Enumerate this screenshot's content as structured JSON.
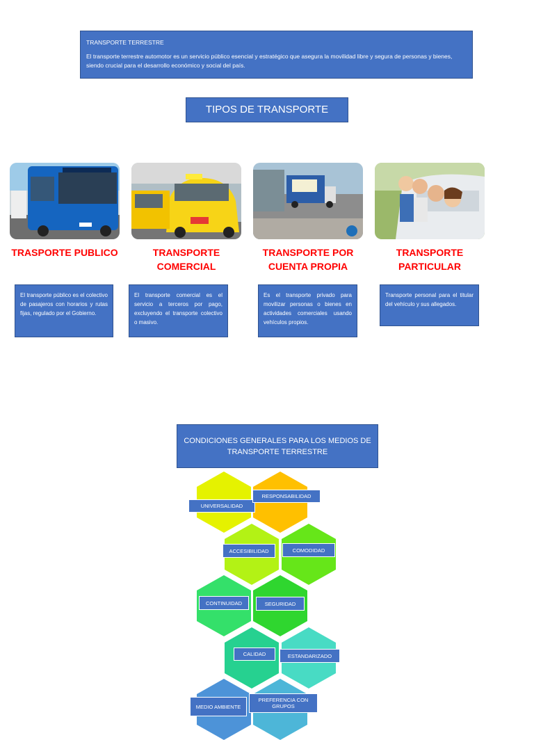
{
  "intro": {
    "title": "TRANSPORTE TERRESTRE",
    "text": "El transporte terrestre automotor es un servicio público esencial y estratégico que asegura la movilidad libre y segura de personas y bienes, siendo crucial para el desarrollo económico y social del país."
  },
  "tipos_title": "TIPOS DE TRANSPORTE",
  "tipos": [
    {
      "title": "TRASPORTE PUBLICO",
      "desc": "El transporte público es el colectivo de pasajeros con horarios y rutas fijas, regulado por el Gobierno.",
      "image": "bus"
    },
    {
      "title": "TRANSPORTE COMERCIAL",
      "desc": "El transporte comercial es el servicio a terceros por pago, excluyendo el transporte colectivo o masivo.",
      "image": "taxis"
    },
    {
      "title": "TRANSPORTE POR CUENTA PROPIA",
      "desc": "Es el transporte privado para movilizar personas o bienes en actividades comerciales usando vehículos propios.",
      "image": "truck"
    },
    {
      "title": "TRANSPORTE PARTICULAR",
      "desc": "Transporte personal para el titular del vehículo y sus allegados.",
      "image": "family-car"
    }
  ],
  "condiciones_title": "CONDICIONES GENERALES PARA LOS MEDIOS DE TRANSPORTE TERRESTRE",
  "condiciones": [
    {
      "label": "UNIVERSALIDAD",
      "color": "#e5f200"
    },
    {
      "label": "RESPONSABILIDAD",
      "color": "#ffc000"
    },
    {
      "label": "ACCESIBILIDAD",
      "color": "#b3f215"
    },
    {
      "label": "COMODIDAD",
      "color": "#66e619"
    },
    {
      "label": "CONTINUIDAD",
      "color": "#34e06a"
    },
    {
      "label": "SEGURIDAD",
      "color": "#2fd62f"
    },
    {
      "label": "CALIDAD",
      "color": "#26d190"
    },
    {
      "label": "ESTANDARIZADO",
      "color": "#48dbc4"
    },
    {
      "label": "MEDIO AMBIENTE",
      "color": "#4d93d8"
    },
    {
      "label": "PREFERENCIA CON GRUPOS",
      "color": "#4db6d8"
    }
  ]
}
